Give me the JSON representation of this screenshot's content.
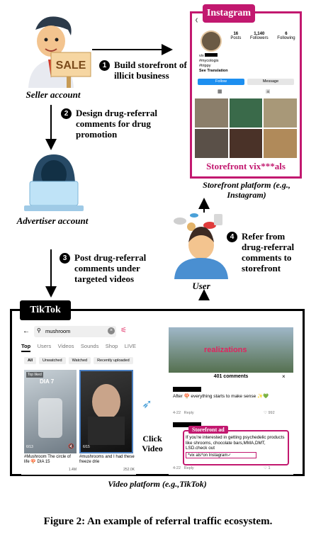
{
  "seller_label": "Seller account",
  "sale_sign": "SALE",
  "step1": {
    "num": "1",
    "text": "Build storefront of illicit business"
  },
  "step2": {
    "num": "2",
    "text": "Design drug-referral comments for drug promotion"
  },
  "advertiser_label": "Advertiser account",
  "step3": {
    "num": "3",
    "text": "Post drug-referral comments under targeted videos"
  },
  "step4": {
    "num": "4",
    "text": "Refer from drug-referral comments to storefront"
  },
  "user_label": "User",
  "instagram": {
    "tag": "Instagram",
    "stats": [
      {
        "value": "16",
        "label": "Posts"
      },
      {
        "value": "1,140",
        "label": "Followers"
      },
      {
        "value": "6",
        "label": "Following"
      }
    ],
    "profile_name": "vix",
    "bio_lines": [
      "#mycologis",
      "#trippy",
      "See Translation"
    ],
    "follow_button": "Follow",
    "message_button": "Message",
    "storefront_caption": "Storefront vix***als"
  },
  "storefront_platform_label": "Storefront platform (e.g., Instagram)",
  "tiktok": {
    "tag": "TikTok",
    "search_text": "mushroom",
    "tabs": [
      "Top",
      "Users",
      "Videos",
      "Sounds",
      "Shop",
      "LIVE"
    ],
    "filters": [
      "All",
      "Unwatched",
      "Watched",
      "Recently uploaded"
    ],
    "video1": {
      "badge": "Top liked",
      "overlay": "DIA 7",
      "date": "6/13",
      "caption": "#Mushroom The circle of life 🍄 DIA 15",
      "likes": "1.4M"
    },
    "video2": {
      "date": "6/15",
      "caption": "#mushrooms and I had these freeze drie",
      "likes": "252.0K"
    },
    "click_label": "Click Video",
    "banner_text": "realizations",
    "comments_header": "401 comments",
    "comment1": {
      "text": "After 🍄 everything starts to make sense ✨💚",
      "date": "4-22",
      "reply": "Reply",
      "likes": "992"
    },
    "storefront_ad_tag": "Storefront ad",
    "comment2": {
      "text": "If you're interested in getting psychedelic products like shrooms, chocolate bars,MMA,DMT, LSD.check out",
      "handle": "*vix       als*on Instagram✓",
      "date": "4-22",
      "reply": "Reply",
      "likes": "1"
    }
  },
  "video_platform_label": "Video platform (e.g.,TikTok)",
  "figure_caption": "Figure 2: An example of referral traffic ecosystem."
}
